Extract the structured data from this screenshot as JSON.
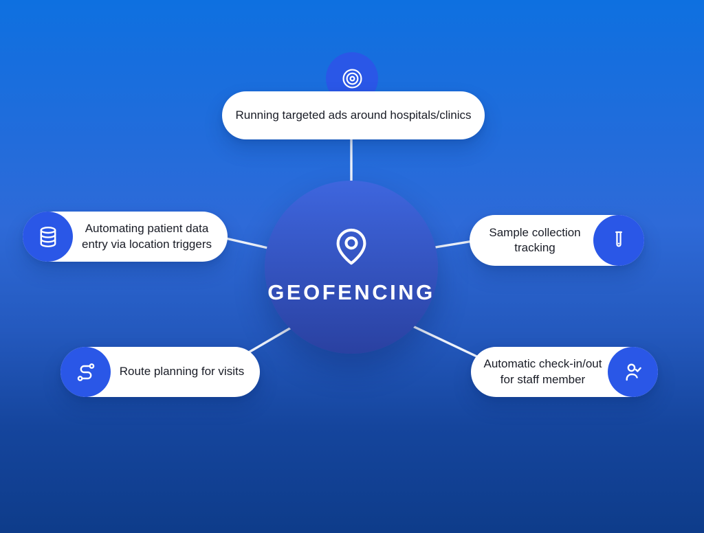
{
  "title": "GEOFENCING",
  "center": {
    "label": "GEOFENCING",
    "icon": "map-pin-icon"
  },
  "colors": {
    "background_top": "#0e70e0",
    "background_bottom": "#0e3c8a",
    "accent_blue": "#2a57e7",
    "center_gradient_top": "#3e66de",
    "center_gradient_bottom": "#2a41a1",
    "pill_background": "#ffffff",
    "text_dark": "#191c26",
    "connector": "#eef3fb"
  },
  "nodes": [
    {
      "id": "targeted-ads",
      "position": "top",
      "icon": "target-icon",
      "lines": [
        "Running targeted ads around hospitals/clinics"
      ]
    },
    {
      "id": "patient-data",
      "position": "left",
      "icon": "database-icon",
      "lines": [
        "Automating patient data",
        "entry via location triggers"
      ]
    },
    {
      "id": "sample-tracking",
      "position": "right",
      "icon": "test-tube-icon",
      "lines": [
        "Sample collection",
        "tracking"
      ]
    },
    {
      "id": "route-planning",
      "position": "bottom-left",
      "icon": "route-icon",
      "lines": [
        "Route planning for visits"
      ]
    },
    {
      "id": "staff-checkin",
      "position": "bottom-right",
      "icon": "user-check-icon",
      "lines": [
        "Automatic check-in/out",
        "for staff member"
      ]
    }
  ]
}
